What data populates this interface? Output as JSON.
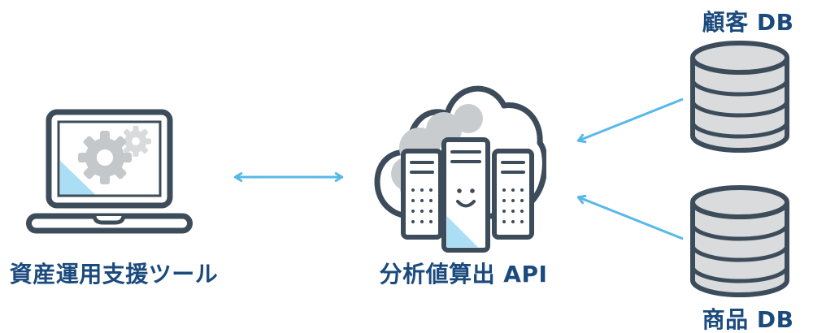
{
  "diagram": {
    "nodes": {
      "tool": {
        "label": "資産運用支援ツール",
        "icon": "laptop-gear-icon"
      },
      "api": {
        "label": "分析値算出 API",
        "icon": "cloud-server-icon"
      },
      "customer_db": {
        "label": "顧客 DB",
        "icon": "database-icon"
      },
      "product_db": {
        "label": "商品 DB",
        "icon": "database-icon"
      }
    },
    "edges": [
      {
        "from": "tool",
        "to": "api",
        "style": "bidirectional-arrow"
      },
      {
        "from": "customer_db",
        "to": "api",
        "style": "arrow"
      },
      {
        "from": "product_db",
        "to": "api",
        "style": "arrow"
      }
    ],
    "colors": {
      "icon_outline": "#3d4c5a",
      "label_text": "#1b4a7d",
      "arrow_blue": "#58b8e9",
      "accent_light_blue": "#a9def4",
      "accent_gray": "#c7cacc",
      "db_fill": "#d9dbdd"
    }
  }
}
